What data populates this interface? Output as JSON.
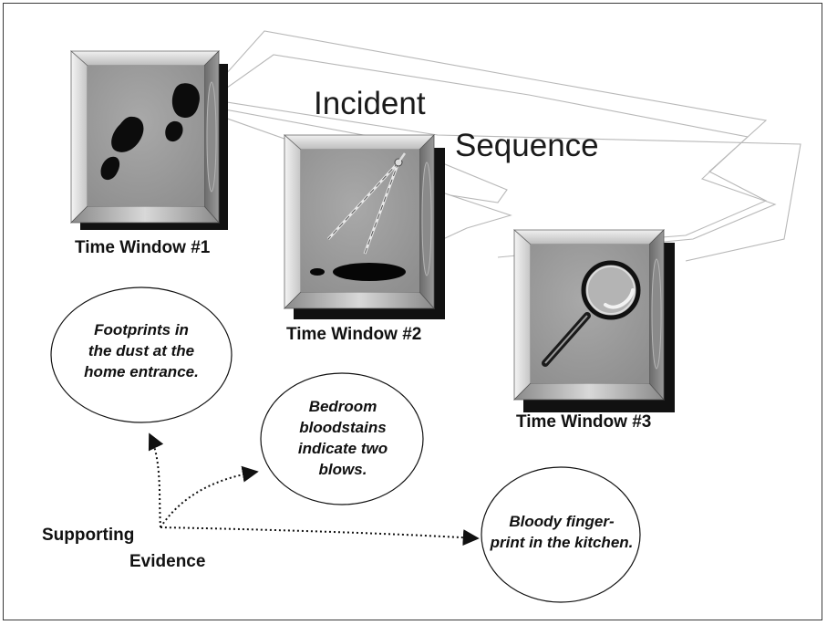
{
  "diagram": {
    "title_line1": "Incident",
    "title_line2": "Sequence",
    "windows": [
      {
        "caption": "Time Window #1",
        "icon": "footprints-icon"
      },
      {
        "caption": "Time Window #2",
        "icon": "compass-icon"
      },
      {
        "caption": "Time Window #3",
        "icon": "magnifying-glass-icon"
      }
    ],
    "evidence": [
      {
        "text": "Footprints in\nthe dust at the\nhome entrance."
      },
      {
        "text": "Bedroom\nbloodstains\nindicate two\nblows."
      },
      {
        "text": "Bloody finger-\nprint in the kitchen."
      }
    ],
    "supporting_line1": "Supporting",
    "supporting_line2": "Evidence"
  }
}
